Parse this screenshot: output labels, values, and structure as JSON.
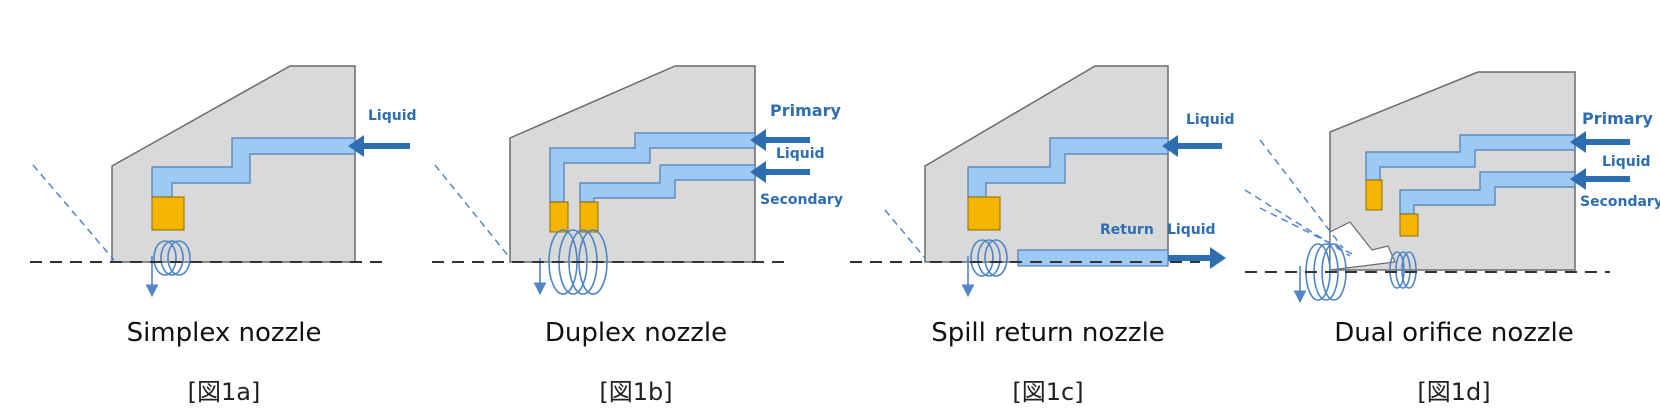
{
  "colors": {
    "body_fill": "#d9d9d9",
    "body_stroke": "#6b6b6b",
    "channel": "#9dc9f5",
    "channel_stroke": "#4c7fb6",
    "swirler": "#f5b400",
    "arrow": "#2e6eb0",
    "spray": "#4f86c6",
    "axis": "#333333"
  },
  "panels": [
    {
      "title": "Simplex nozzle",
      "figure": "[図1a]",
      "labels": {
        "inlet": "Liquid"
      }
    },
    {
      "title": "Duplex nozzle",
      "figure": "[図1b]",
      "labels": {
        "primary": "Primary",
        "liquid": "Liquid",
        "secondary": "Secondary"
      }
    },
    {
      "title": "Spill return nozzle",
      "figure": "[図1c]",
      "labels": {
        "inlet": "Liquid",
        "return": "Return",
        "return_liquid": "Liquid"
      }
    },
    {
      "title": "Dual orifice nozzle",
      "figure": "[図1d]",
      "labels": {
        "primary": "Primary",
        "liquid": "Liquid",
        "secondary": "Secondary"
      }
    }
  ]
}
